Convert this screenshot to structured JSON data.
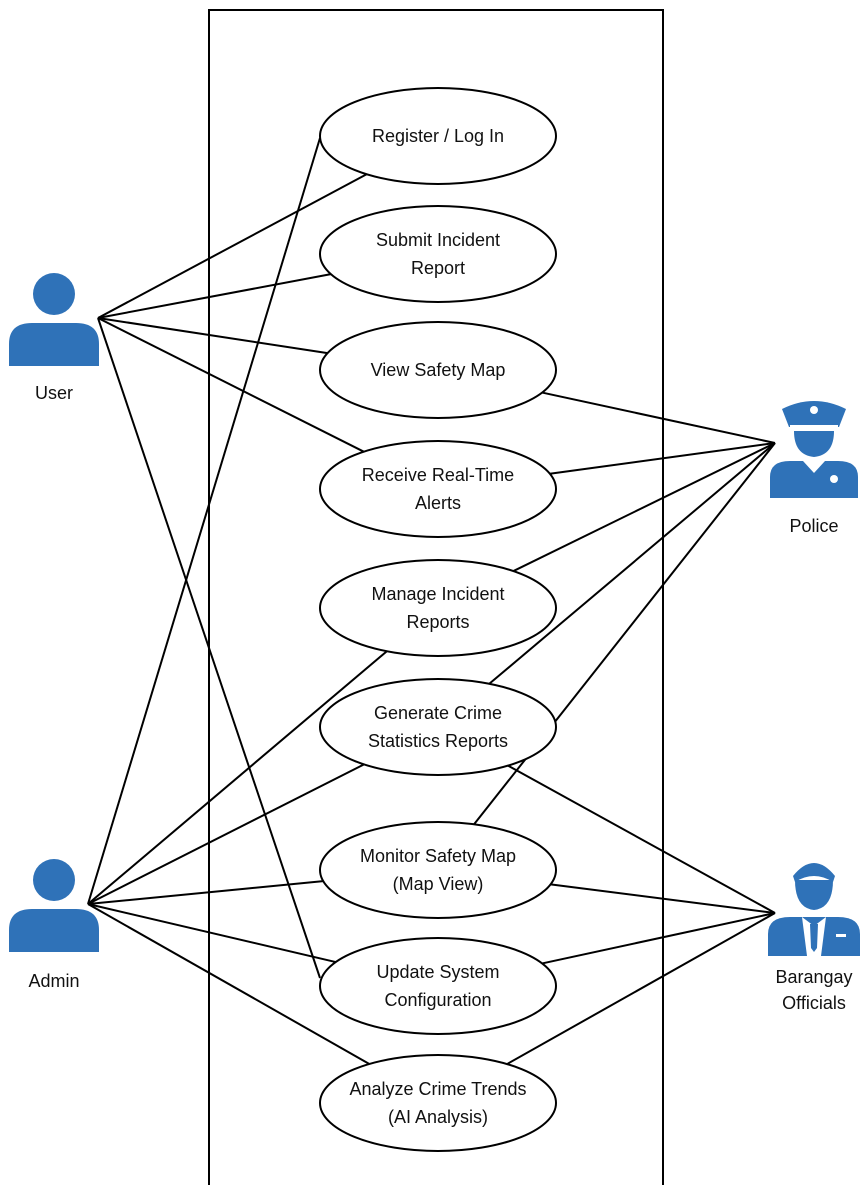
{
  "colors": {
    "actor": "#2f72b8",
    "line": "#000000",
    "background": "#ffffff"
  },
  "actors": [
    {
      "id": "user",
      "label": [
        "User"
      ],
      "icon": "person-icon"
    },
    {
      "id": "admin",
      "label": [
        "Admin"
      ],
      "icon": "person-icon"
    },
    {
      "id": "police",
      "label": [
        "Police"
      ],
      "icon": "police-officer-icon"
    },
    {
      "id": "barangay",
      "label": [
        "Barangay",
        "Officials"
      ],
      "icon": "official-icon"
    }
  ],
  "use_cases": [
    {
      "id": "register",
      "lines": [
        "Register / Log In"
      ]
    },
    {
      "id": "submit",
      "lines": [
        "Submit Incident",
        "Report"
      ]
    },
    {
      "id": "viewmap",
      "lines": [
        "View Safety Map"
      ]
    },
    {
      "id": "alerts",
      "lines": [
        "Receive Real-Time",
        "Alerts"
      ]
    },
    {
      "id": "manage",
      "lines": [
        "Manage Incident",
        "Reports"
      ]
    },
    {
      "id": "stats",
      "lines": [
        "Generate Crime",
        "Statistics Reports"
      ]
    },
    {
      "id": "monitor",
      "lines": [
        "Monitor Safety Map",
        "(Map View)"
      ]
    },
    {
      "id": "config",
      "lines": [
        "Update System",
        "Configuration"
      ]
    },
    {
      "id": "trends",
      "lines": [
        "Analyze Crime Trends",
        "(AI Analysis)"
      ]
    }
  ],
  "associations": [
    [
      "user",
      "register"
    ],
    [
      "user",
      "submit"
    ],
    [
      "user",
      "viewmap"
    ],
    [
      "user",
      "alerts"
    ],
    [
      "user",
      "config"
    ],
    [
      "admin",
      "register"
    ],
    [
      "admin",
      "manage"
    ],
    [
      "admin",
      "stats"
    ],
    [
      "admin",
      "monitor"
    ],
    [
      "admin",
      "config"
    ],
    [
      "admin",
      "trends"
    ],
    [
      "police",
      "viewmap"
    ],
    [
      "police",
      "alerts"
    ],
    [
      "police",
      "manage"
    ],
    [
      "police",
      "stats"
    ],
    [
      "police",
      "monitor"
    ],
    [
      "barangay",
      "stats"
    ],
    [
      "barangay",
      "monitor"
    ],
    [
      "barangay",
      "config"
    ],
    [
      "barangay",
      "trends"
    ]
  ]
}
